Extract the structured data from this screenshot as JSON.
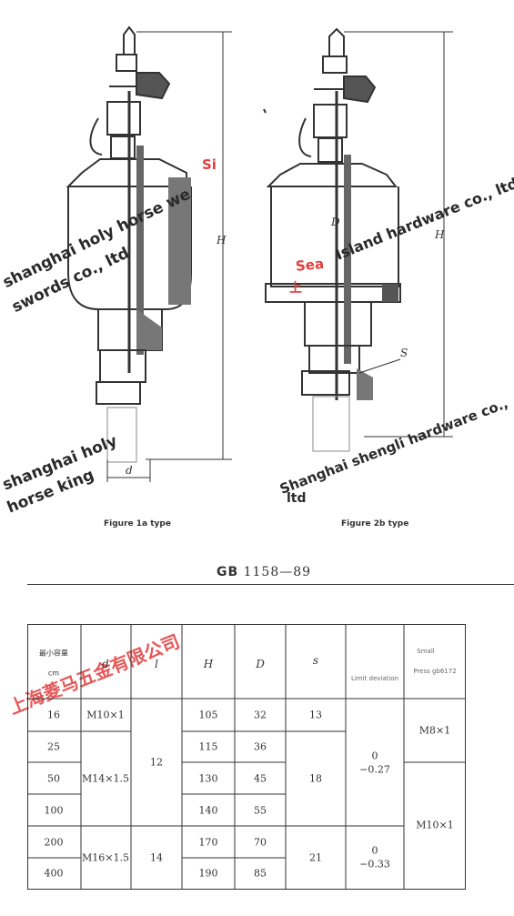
{
  "figures": {
    "fig1_caption": "Figure 1a type",
    "fig2_caption": "Figure 2b type",
    "label_H": "H",
    "label_d": "d",
    "label_D": "D",
    "label_S": "S"
  },
  "watermarks": {
    "w1": "Si",
    "w2": "shanghai holy horse we",
    "w3": "swords co., ltd",
    "w4": "Sea",
    "w5": "上",
    "w6": "Island hardware co., ltd",
    "w7": "shanghai holy",
    "w8": "horse king",
    "w9": "Shanghai shengli hardware co.,",
    "w10": "ltd",
    "w11": "上海菱马五金有限公司"
  },
  "standard": {
    "code_bold": "GB",
    "code_rest": " 1158—89"
  },
  "table": {
    "headers": {
      "capacity": "最小容量",
      "capacity_unit": "cm",
      "d": "d",
      "l": "l",
      "H": "H",
      "D": "D",
      "S": "s",
      "limit": "Limit deviation",
      "small": "Small",
      "press": "Press gb6172"
    },
    "capacity": [
      "16",
      "25",
      "50",
      "100",
      "200",
      "400"
    ],
    "d": [
      "M10×1",
      "M14×1.5",
      "M16×1.5"
    ],
    "l": [
      "12",
      "14"
    ],
    "H": [
      "105",
      "115",
      "130",
      "140",
      "170",
      "190"
    ],
    "D": [
      "32",
      "36",
      "45",
      "55",
      "70",
      "85"
    ],
    "s": [
      "13",
      "18",
      "21"
    ],
    "dev": [
      {
        "upper": "0",
        "lower": "−0.27"
      },
      {
        "upper": "0",
        "lower": "−0.33"
      }
    ],
    "thread": [
      "M8×1",
      "M10×1"
    ]
  }
}
